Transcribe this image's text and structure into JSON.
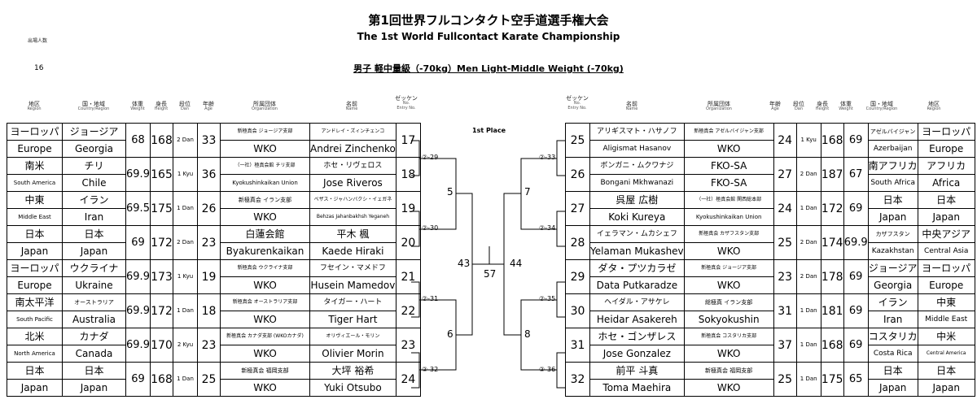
{
  "title_jp": "第1回世界フルコンタクト空手道選手権大会",
  "title_en": "The 1st World Fullcontact Karate Championship",
  "division": "男子 軽中量級（-70kg）Men Light-Middle Weight (-70kg)",
  "participants_label": "出場人数",
  "participants_count": "16",
  "first_place_label": "1st Place",
  "headers_left": [
    {
      "jp": "地区",
      "en": "Region"
    },
    {
      "jp": "国・地域",
      "en": "Country/Region"
    },
    {
      "jp": "体重",
      "en": "Weight"
    },
    {
      "jp": "身長",
      "en": "Height"
    },
    {
      "jp": "段位",
      "en": "Dan"
    },
    {
      "jp": "年齢",
      "en": "Age"
    },
    {
      "jp": "所属団体",
      "en": "Organization"
    },
    {
      "jp": "名前",
      "en": "Name"
    },
    {
      "jp": "ゼッケン",
      "en": "No.",
      "en2": "Entry No."
    }
  ],
  "headers_right": [
    {
      "jp": "ゼッケン",
      "en": "No.",
      "en2": "Entry No."
    },
    {
      "jp": "名前",
      "en": "Name"
    },
    {
      "jp": "所属団体",
      "en": "Organization"
    },
    {
      "jp": "年齢",
      "en": "Age"
    },
    {
      "jp": "段位",
      "en": "Dan"
    },
    {
      "jp": "身長",
      "en": "Height"
    },
    {
      "jp": "体重",
      "en": "Weight"
    },
    {
      "jp": "国・地域",
      "en": "Country/Region"
    },
    {
      "jp": "地区",
      "en": "Region"
    }
  ],
  "left_athletes": [
    {
      "region_jp": "ヨーロッパ",
      "region_en": "Europe",
      "country_jp": "ジョージア",
      "country_en": "Georgia",
      "weight": "68",
      "height": "168",
      "dan": "2 Dan",
      "age": "33",
      "org_jp": "新極真会 ジョージア支部",
      "org_en": "WKO",
      "name_jp": "アンドレイ・ズィンチェンコ",
      "name_en": "Andrei Zinchenko",
      "no": "17"
    },
    {
      "region_jp": "南米",
      "region_en": "South America",
      "country_jp": "チリ",
      "country_en": "Chile",
      "weight": "69.9",
      "height": "165",
      "dan": "1 Kyu",
      "age": "36",
      "org_jp": "（一社）極真会館 チリ支部",
      "org_en": "Kyokushinkaikan Union",
      "name_jp": "ホセ・リヴェロス",
      "name_en": "Jose Riveros",
      "no": "18"
    },
    {
      "region_jp": "中東",
      "region_en": "Middle East",
      "country_jp": "イラン",
      "country_en": "Iran",
      "weight": "69.5",
      "height": "175",
      "dan": "1 Dan",
      "age": "26",
      "org_jp": "新極真会 イラン支部",
      "org_en": "WKO",
      "name_jp": "ベザス・ジャハンバクシ・イェガネ",
      "name_en": "Behzas Jahanbakhsh Yeganeh",
      "no": "19"
    },
    {
      "region_jp": "日本",
      "region_en": "Japan",
      "country_jp": "日本",
      "country_en": "Japan",
      "weight": "69",
      "height": "172",
      "dan": "2 Dan",
      "age": "23",
      "org_jp": "白蓮会館",
      "org_en": "Byakurenkaikan",
      "name_jp": "平木 楓",
      "name_en": "Kaede Hiraki",
      "no": "20"
    },
    {
      "region_jp": "ヨーロッパ",
      "region_en": "Europe",
      "country_jp": "ウクライナ",
      "country_en": "Ukraine",
      "weight": "69.9",
      "height": "173",
      "dan": "1 Kyu",
      "age": "19",
      "org_jp": "新極真会 ウクライナ支部",
      "org_en": "WKO",
      "name_jp": "フセイン・マメドフ",
      "name_en": "Husein Mamedov",
      "no": "21"
    },
    {
      "region_jp": "南太平洋",
      "region_en": "South Pacific",
      "country_jp": "オーストラリア",
      "country_en": "Australia",
      "weight": "69.9",
      "height": "172",
      "dan": "1 Dan",
      "age": "18",
      "org_jp": "新極真会 オーストラリア支部",
      "org_en": "WKO",
      "name_jp": "タイガー・ハート",
      "name_en": "Tiger Hart",
      "no": "22"
    },
    {
      "region_jp": "北米",
      "region_en": "North America",
      "country_jp": "カナダ",
      "country_en": "Canada",
      "weight": "69.9",
      "height": "170",
      "dan": "2 Kyu",
      "age": "23",
      "org_jp": "新極真会 カナダ支部 (WKOカナダ)",
      "org_en": "WKO",
      "name_jp": "オリヴィエール・モリン",
      "name_en": "Olivier Morin",
      "no": "23"
    },
    {
      "region_jp": "日本",
      "region_en": "Japan",
      "country_jp": "日本",
      "country_en": "Japan",
      "weight": "69",
      "height": "168",
      "dan": "1 Dan",
      "age": "25",
      "org_jp": "新極真会 福岡支部",
      "org_en": "WKO",
      "name_jp": "大坪 裕希",
      "name_en": "Yuki Otsubo",
      "no": "24"
    }
  ],
  "right_athletes": [
    {
      "no": "25",
      "name_jp": "アリギスマト・ハサノフ",
      "name_en": "Aligismat Hasanov",
      "org_jp": "新極真会 アゼルバイジャン支部",
      "org_en": "WKO",
      "age": "24",
      "dan": "1 Kyu",
      "height": "168",
      "weight": "69",
      "country_jp": "アゼルバイジャン",
      "country_en": "Azerbaijan",
      "region_jp": "ヨーロッパ",
      "region_en": "Europe"
    },
    {
      "no": "26",
      "name_jp": "ボンガニ・ムクワナジ",
      "name_en": "Bongani Mkhwanazi",
      "org_jp": "FKO-SA",
      "org_en": "FKO-SA",
      "age": "27",
      "dan": "2 Dan",
      "height": "187",
      "weight": "67",
      "country_jp": "南アフリカ",
      "country_en": "South Africa",
      "region_jp": "アフリカ",
      "region_en": "Africa"
    },
    {
      "no": "27",
      "name_jp": "呉屋 広樹",
      "name_en": "Koki Kureya",
      "org_jp": "（一社）極真会館 関西総本部",
      "org_en": "Kyokushinkaikan Union",
      "age": "24",
      "dan": "1 Dan",
      "height": "172",
      "weight": "69",
      "country_jp": "日本",
      "country_en": "Japan",
      "region_jp": "日本",
      "region_en": "Japan"
    },
    {
      "no": "28",
      "name_jp": "イェラマン・ムカシェフ",
      "name_en": "Yelaman Mukashev",
      "org_jp": "新極真会 カザフスタン支部",
      "org_en": "WKO",
      "age": "25",
      "dan": "2 Dan",
      "height": "174",
      "weight": "69.9",
      "country_jp": "カザフスタン",
      "country_en": "Kazakhstan",
      "region_jp": "中央アジア",
      "region_en": "Central Asia"
    },
    {
      "no": "29",
      "name_jp": "ダタ・プツカラゼ",
      "name_en": "Data Putkaradze",
      "org_jp": "新極真会 ジョージア支部",
      "org_en": "WKO",
      "age": "23",
      "dan": "2 Dan",
      "height": "178",
      "weight": "69",
      "country_jp": "ジョージア",
      "country_en": "Georgia",
      "region_jp": "ヨーロッパ",
      "region_en": "Europe"
    },
    {
      "no": "30",
      "name_jp": "ヘイダル・アサケレ",
      "name_en": "Heidar Asakereh",
      "org_jp": "総極真 イラン支部",
      "org_en": "Sokyokushin",
      "age": "31",
      "dan": "1 Dan",
      "height": "181",
      "weight": "69",
      "country_jp": "イラン",
      "country_en": "Iran",
      "region_jp": "中東",
      "region_en": "Middle East"
    },
    {
      "no": "31",
      "name_jp": "ホセ・ゴンザレス",
      "name_en": "Jose Gonzalez",
      "org_jp": "新極真会 コスタリカ支部",
      "org_en": "WKO",
      "age": "37",
      "dan": "1 Dan",
      "height": "168",
      "weight": "69",
      "country_jp": "コスタリカ",
      "country_en": "Costa Rica",
      "region_jp": "中米",
      "region_en": "Central America"
    },
    {
      "no": "32",
      "name_jp": "前平 斗真",
      "name_en": "Toma Maehira",
      "org_jp": "新極真会 福岡支部",
      "org_en": "WKO",
      "age": "25",
      "dan": "1 Dan",
      "height": "175",
      "weight": "65",
      "country_jp": "日本",
      "country_en": "Japan",
      "region_jp": "日本",
      "region_en": "Japan"
    }
  ],
  "bracket": {
    "r1_left": [
      "②-29",
      "②-30",
      "②-31",
      "②-32"
    ],
    "r1_right": [
      "②-33",
      "②-34",
      "②-35",
      "②-36"
    ],
    "r2_left": [
      "5",
      "6"
    ],
    "r2_right": [
      "7",
      "8"
    ],
    "semi_left": "43",
    "semi_right": "44",
    "final": "57"
  }
}
